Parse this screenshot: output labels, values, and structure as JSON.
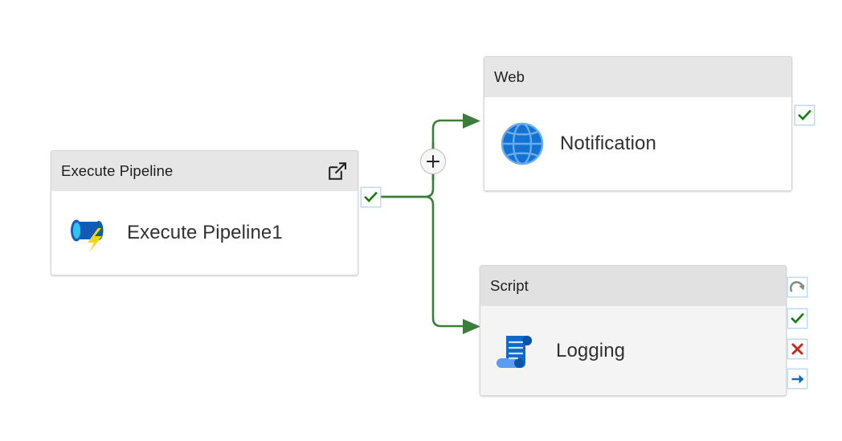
{
  "canvas": {
    "background": "#ffffff",
    "edge_color": "#3c7d3c",
    "name": "pipeline-canvas"
  },
  "nodes": [
    {
      "id": "execute-pipeline",
      "type_label": "Execute Pipeline",
      "activity_name": "Execute Pipeline1",
      "icon": "execute-pipeline-icon",
      "header_action_icon": "open-in-new-window-icon",
      "selected": false,
      "ports": [
        {
          "id": "exec-success",
          "icon": "check-icon",
          "label": "Success",
          "color": "#107c10"
        }
      ]
    },
    {
      "id": "web",
      "type_label": "Web",
      "activity_name": "Notification",
      "icon": "globe-icon",
      "header_action_icon": "",
      "selected": false,
      "ports": [
        {
          "id": "web-success",
          "icon": "check-icon",
          "label": "Success",
          "color": "#107c10"
        }
      ]
    },
    {
      "id": "script",
      "type_label": "Script",
      "activity_name": "Logging",
      "icon": "script-scroll-icon",
      "header_action_icon": "",
      "selected": true,
      "ports": [
        {
          "id": "script-skip",
          "icon": "skip-arrow-icon",
          "label": "Skipped",
          "color": "#8a8886"
        },
        {
          "id": "script-success",
          "icon": "check-icon",
          "label": "Success",
          "color": "#107c10"
        },
        {
          "id": "script-fail",
          "icon": "cross-icon",
          "label": "Failure",
          "color": "#c42b1c"
        },
        {
          "id": "script-completion",
          "icon": "arrow-right-icon",
          "label": "Completion",
          "color": "#0f6cbd"
        }
      ]
    }
  ],
  "edges": [
    {
      "id": "edge-exec-to-web",
      "from": "execute-pipeline",
      "to": "web",
      "condition": "Success"
    },
    {
      "id": "edge-exec-to-script",
      "from": "execute-pipeline",
      "to": "script",
      "condition": "Success"
    }
  ],
  "add_button": {
    "name": "add-activity-button",
    "symbol": "+"
  },
  "colors": {
    "edge": "#3c7d3c",
    "header_bg": "#e6e6e6",
    "header_bg_selected": "#e1e1e1",
    "node_bg": "#ffffff",
    "node_bg_selected": "#f4f4f4",
    "node_border": "#d6d6d6",
    "text": "#323130",
    "success": "#107c10",
    "failure": "#c42b1c",
    "completion": "#0f6cbd",
    "skip": "#8a8886",
    "icon_blue": "#0f6cbd"
  }
}
